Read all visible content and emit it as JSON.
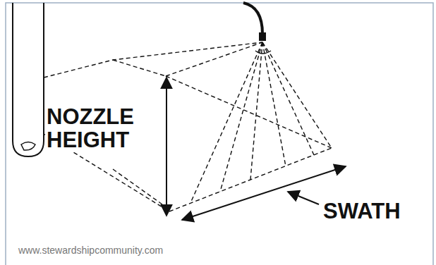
{
  "diagram": {
    "labels": [
      "NOZZLE HEIGHT",
      "SWATH",
      "www.stewardshipcommunity.com"
    ]
  }
}
